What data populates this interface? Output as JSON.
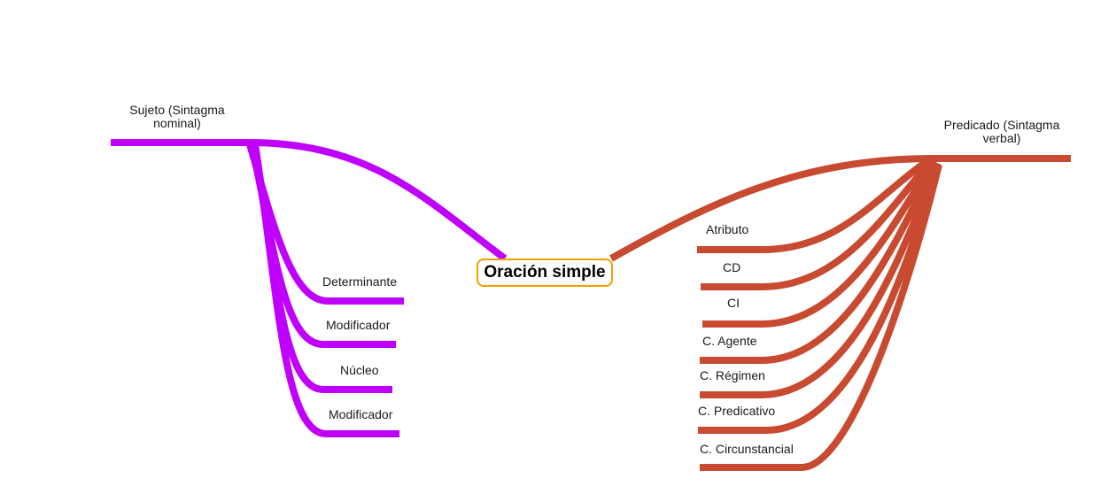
{
  "central": {
    "label": "Oración simple",
    "border_color": "#f0a000"
  },
  "left_branch": {
    "label": "Sujeto  (Sintagma nominal)",
    "color": "#c000ff",
    "children": [
      "Determinante",
      "Modificador",
      "Núcleo",
      "Modificador"
    ]
  },
  "right_branch": {
    "label": "Predicado  (Sintagma verbal)",
    "color": "#c84a30",
    "children": [
      "Atributo",
      "CD",
      "CI",
      "C. Agente",
      "C. Régimen",
      "C. Predicativo",
      "C. Circunstancial"
    ]
  }
}
